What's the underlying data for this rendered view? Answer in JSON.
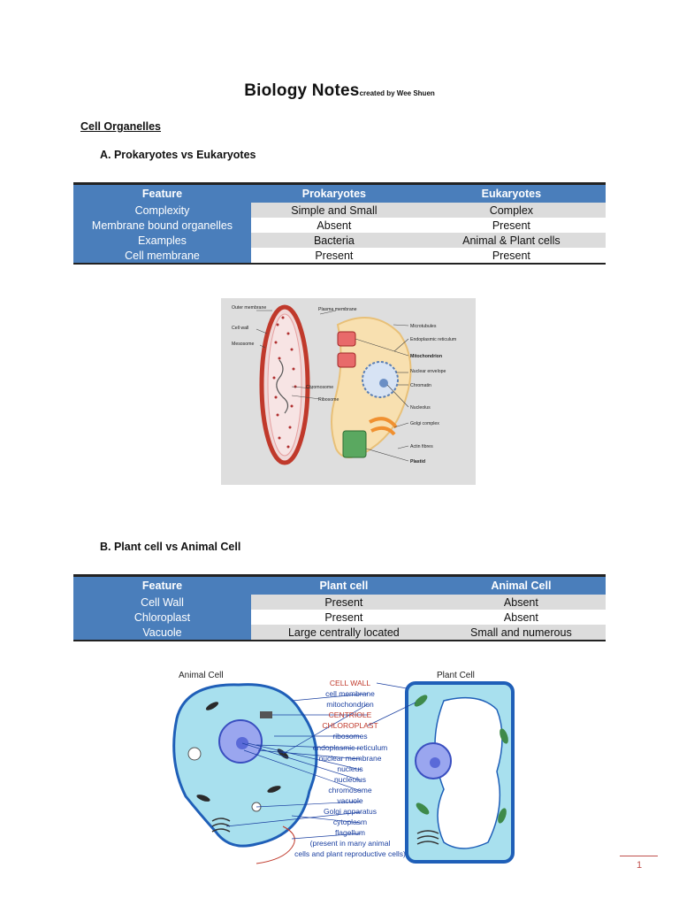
{
  "header": {
    "title": "Biology Notes",
    "credit": "created by Wee Shuen"
  },
  "section": {
    "title": "Cell Organelles"
  },
  "part_a": {
    "heading": "A.  Prokaryotes vs Eukaryotes",
    "columns": [
      "Feature",
      "Prokaryotes",
      "Eukaryotes"
    ],
    "rows": [
      [
        "Complexity",
        "Simple and Small",
        "Complex"
      ],
      [
        "Membrane bound organelles",
        "Absent",
        "Present"
      ],
      [
        "Examples",
        "Bacteria",
        "Animal & Plant cells"
      ],
      [
        "Cell membrane",
        "Present",
        "Present"
      ]
    ]
  },
  "figure1": {
    "labels": {
      "outer_membrane": "Outer membrane",
      "cell_wall": "Cell wall",
      "mesosome": "Mesosome",
      "plasma_membrane": "Plasma membrane",
      "chromosome": "Chromosome",
      "ribosome": "Ribosome",
      "microtubules": "Microtubules",
      "er": "Endoplasmic reticulum",
      "mitochondrion": "Mitochondrion",
      "nuclear_envelope": "Nuclear envelope",
      "chromatin": "Chromatin",
      "nucleolus": "Nucleolus",
      "golgi": "Golgi complex",
      "actin": "Actin fibres",
      "plastid": "Plastid"
    }
  },
  "part_b": {
    "heading": "B.  Plant cell vs Animal Cell",
    "columns": [
      "Feature",
      "Plant cell",
      "Animal Cell"
    ],
    "rows": [
      [
        "Cell Wall",
        "Present",
        "Absent"
      ],
      [
        "Chloroplast",
        "Present",
        "Absent"
      ],
      [
        "Vacuole",
        "Large centrally located",
        "Small and numerous"
      ]
    ]
  },
  "figure2": {
    "animal_title": "Animal Cell",
    "plant_title": "Plant Cell",
    "labels": {
      "cell_wall": "CELL WALL",
      "cell_membrane": "cell membrane",
      "mitochondrion": "mitochondrion",
      "centriole": "CENTRIOLE",
      "chloroplast": "CHLOROPLAST",
      "ribosomes": "ribosomes",
      "er": "endoplasmic reticulum",
      "nuclear_membrane": "nuclear membrane",
      "nucleus": "nucleus",
      "nucleolus": "nucleolus",
      "chromosome": "chromosome",
      "vacuole": "vacuole",
      "golgi": "Golgi apparatus",
      "cytoplasm": "cytoplasm",
      "flagellum": "flagellum",
      "note_line1": "(present in many animal",
      "note_line2": "cells and plant reproductive cells)"
    }
  },
  "footer": {
    "page_number": "1"
  },
  "colors": {
    "table_header": "#4a7ebb",
    "table_alt_row": "#dcdcdc",
    "page_number": "#c0504d",
    "cell_fill": "#a8e0ee",
    "cell_outline": "#1f5fb8",
    "red_label": "#c0392b",
    "blue_label": "#1a3fa0"
  }
}
